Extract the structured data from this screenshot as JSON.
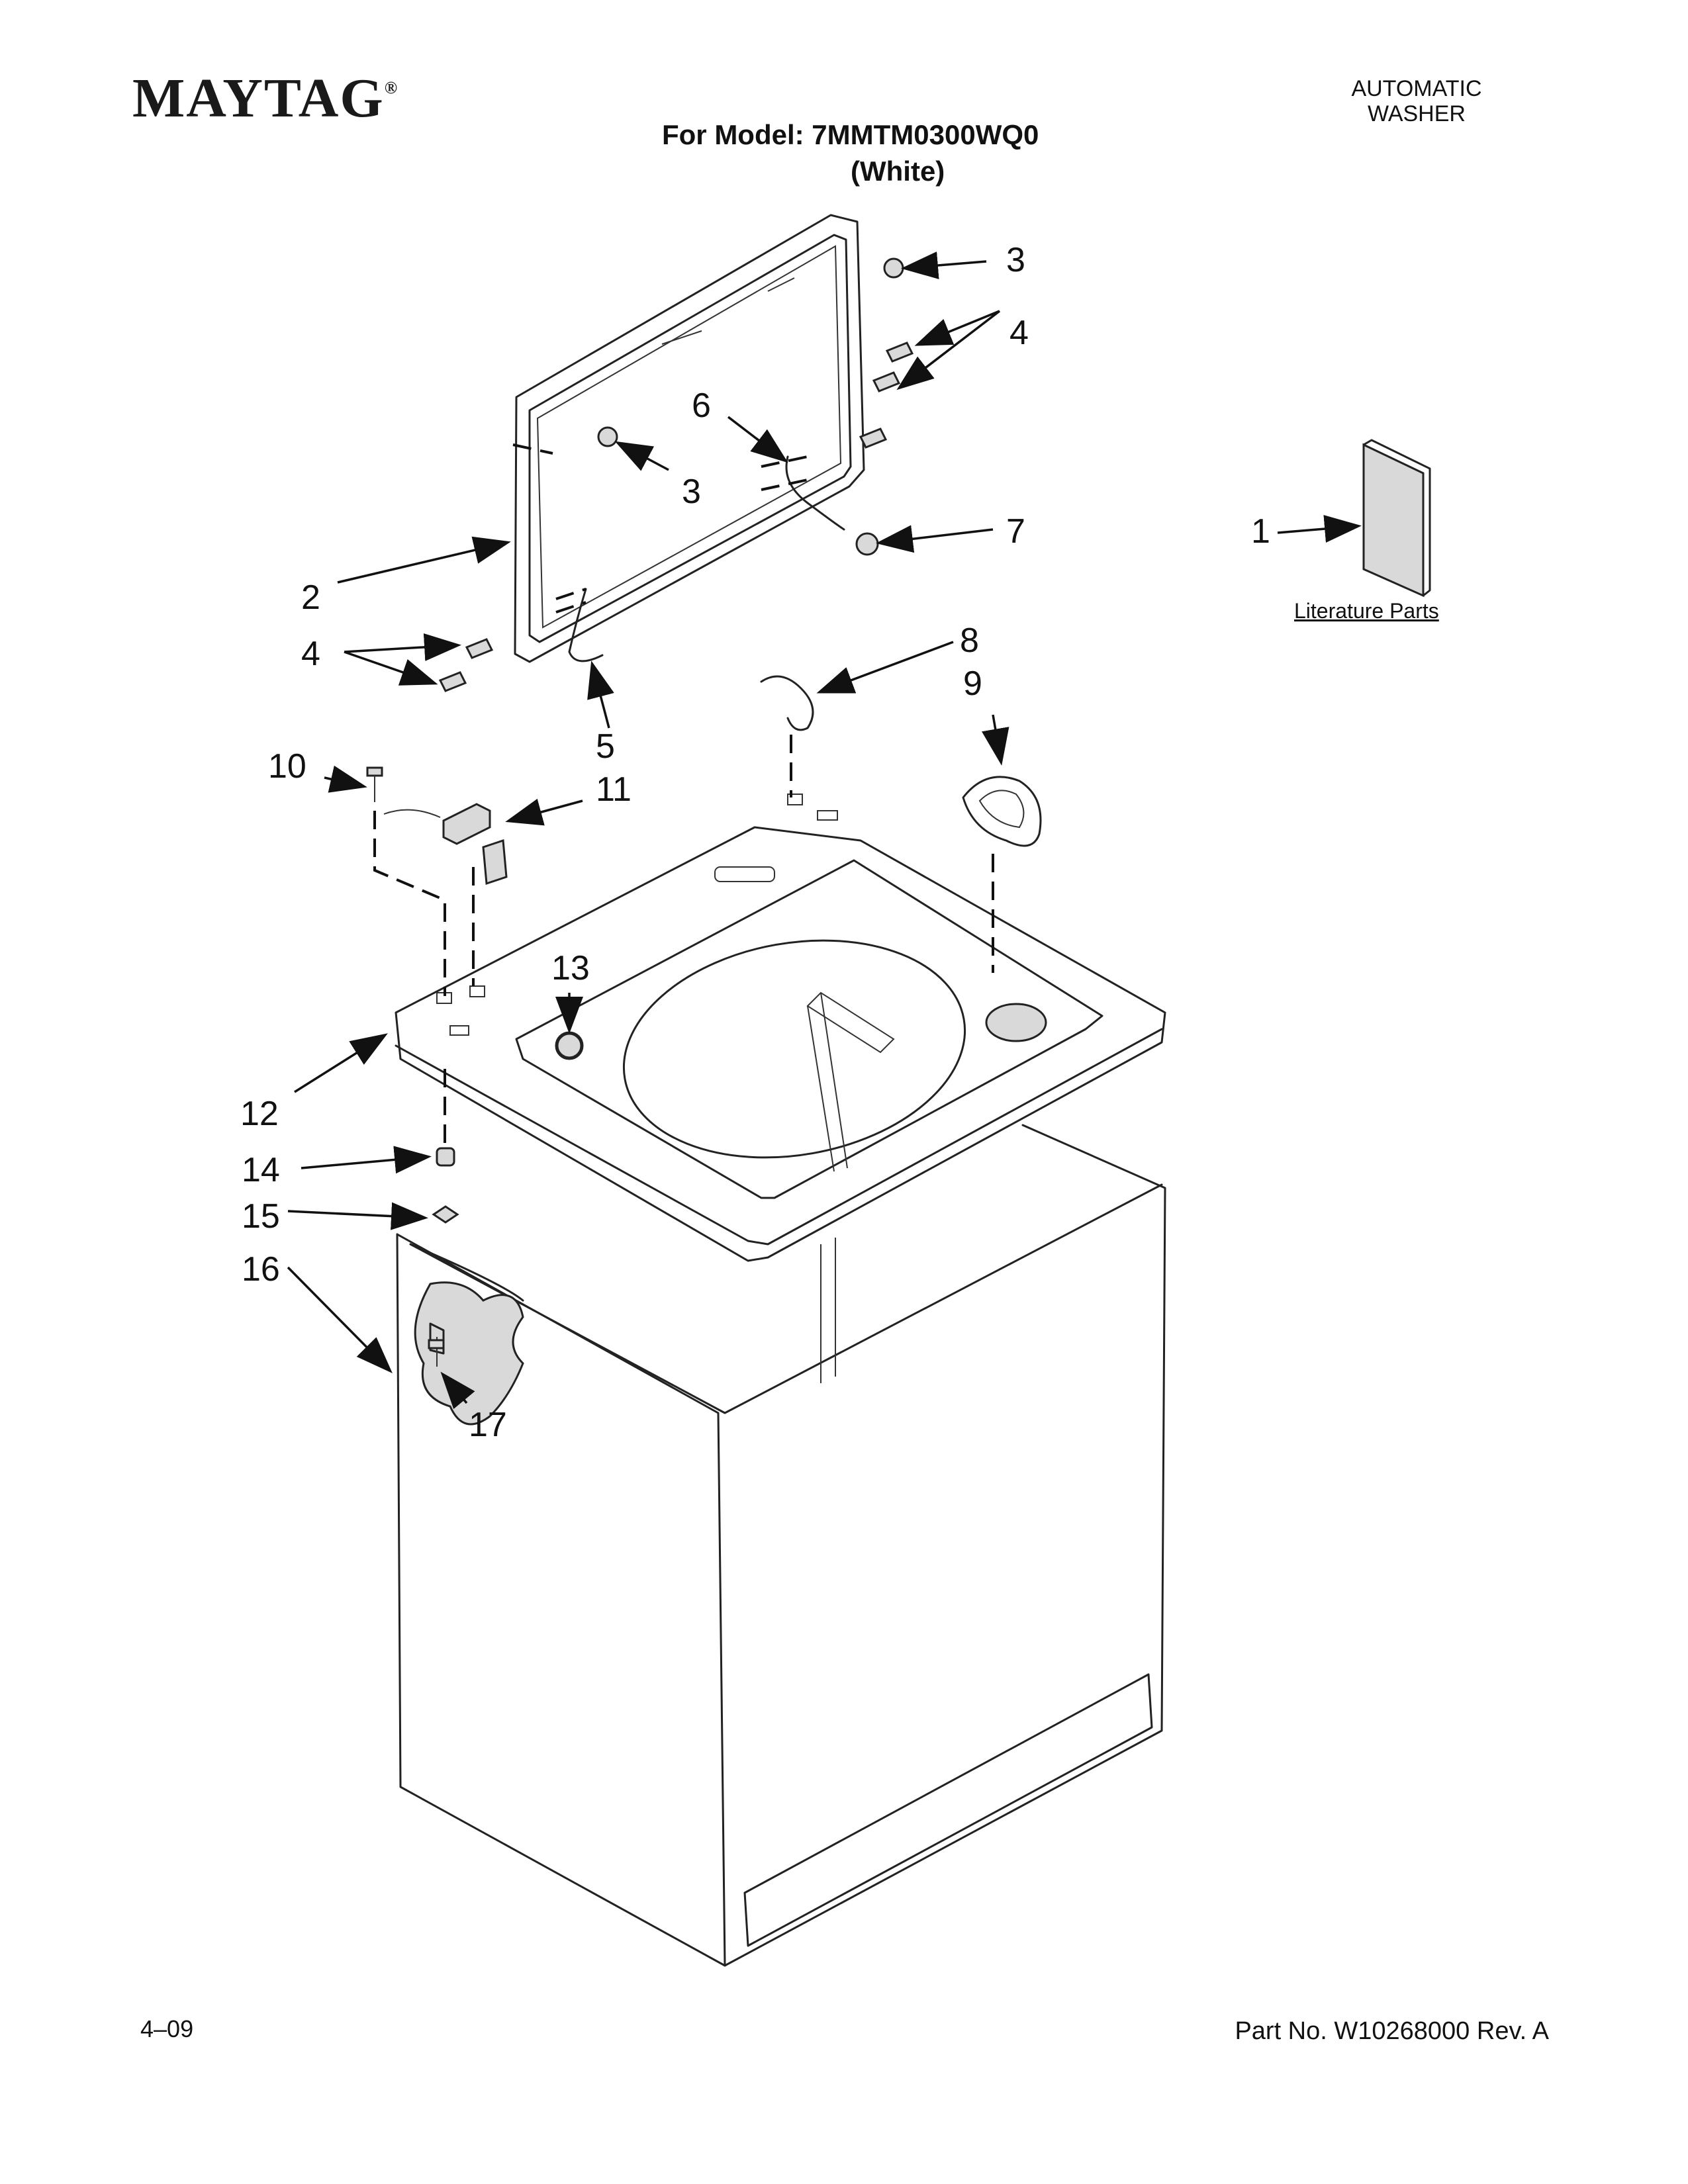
{
  "header": {
    "brand": "MAYTAG",
    "brand_mark": "®",
    "product_type_line1": "AUTOMATIC",
    "product_type_line2": "WASHER",
    "model_line": "For Model: 7MMTM0300WQ0",
    "color_line": "(White)"
  },
  "literature_label": "Literature Parts",
  "callouts": {
    "c1": "1",
    "c2": "2",
    "c3a": "3",
    "c3b": "3",
    "c4a": "4",
    "c4b": "4",
    "c5": "5",
    "c6": "6",
    "c7": "7",
    "c8": "8",
    "c9": "9",
    "c10": "10",
    "c11": "11",
    "c12": "12",
    "c13": "13",
    "c14": "14",
    "c15": "15",
    "c16": "16",
    "c17": "17"
  },
  "footer": {
    "date": "4–09",
    "part_number": "Part No. W10268000 Rev. A"
  }
}
